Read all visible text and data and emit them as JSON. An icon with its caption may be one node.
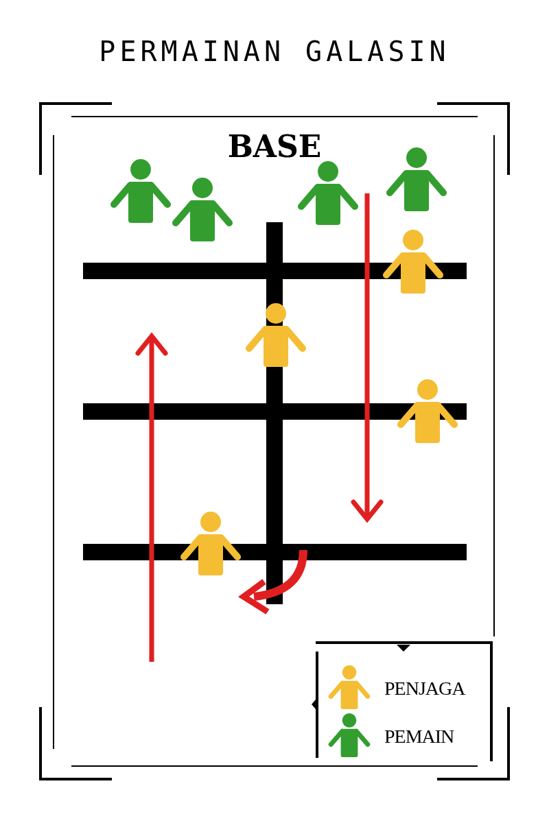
{
  "diagram": {
    "title": "PERMAINAN GALASIN",
    "labels": [
      "BASE"
    ],
    "legend": [
      {
        "text": "PENJAGA"
      },
      {
        "text": "PEMAIN"
      }
    ]
  }
}
